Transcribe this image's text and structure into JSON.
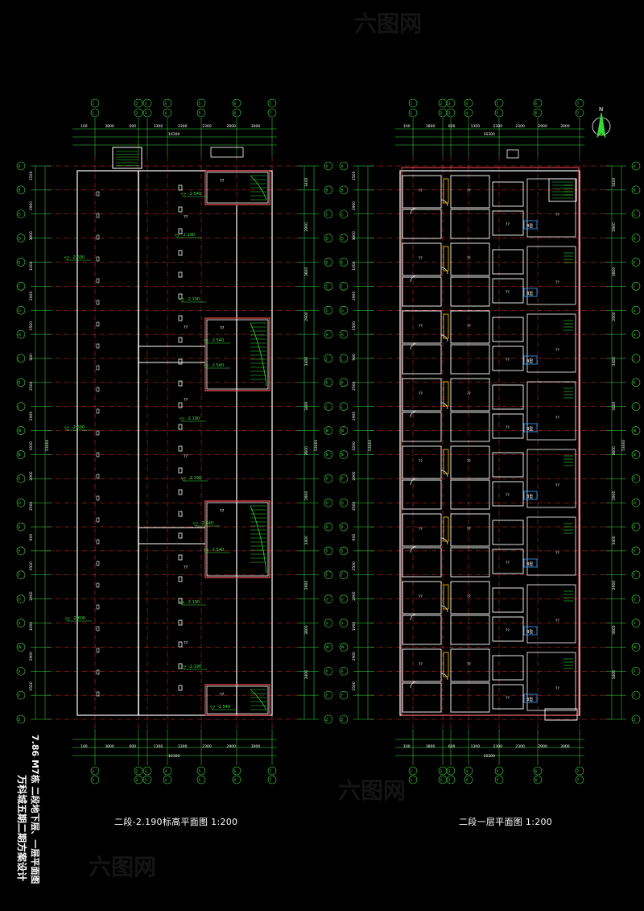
{
  "drawing": {
    "sheet_title_line1": "万科城五期二期方案设计",
    "sheet_title_line2": "7.86  M7栋   二段地下层、一层平面图",
    "left_plan_caption": "二段-2.190标高平面图 1:200",
    "right_plan_caption": "二段一层平面图 1:200",
    "north_label": "N",
    "watermark": "六图网",
    "overall_width_dim": "16300",
    "overall_length_dim": "53000",
    "top_dims": [
      "100",
      "3800",
      "600",
      "1300",
      "2300",
      "2300",
      "2900",
      "3000"
    ],
    "axis_labels_top": [
      "1-1",
      "1-2",
      "1-3",
      "1-4",
      "1-5",
      "1-6",
      "1-7"
    ],
    "row_axis_labels": [
      "1-A",
      "1-B",
      "1-C",
      "1-D",
      "1-E",
      "1-F",
      "1-G",
      "1-H",
      "1-J",
      "1-K",
      "1-L",
      "1-M",
      "1-N",
      "1-P",
      "1-Q",
      "1-R",
      "1-S",
      "1-T",
      "1-U",
      "1-V",
      "1-W",
      "1-X",
      "1-Y",
      "1-Z"
    ],
    "left_dims_col": [
      "2500",
      "2900",
      "3600",
      "1000",
      "2900",
      "2500",
      "900",
      "2500",
      "2900",
      "1000",
      "2900",
      "2500",
      "900",
      "2500",
      "2900",
      "1000",
      "2900",
      "2500"
    ],
    "right_dims_col": [
      "3400",
      "2900",
      "3600",
      "2900",
      "3400",
      "3400",
      "3600",
      "2900",
      "3400",
      "2900",
      "3600",
      "3400"
    ],
    "level_marks": [
      "-2.540",
      "-2.190",
      "-2.600",
      "-2.190",
      "-2.540",
      "-2.540",
      "-2.190",
      "-2.600",
      "-2.190",
      "-2.540",
      "-2.540",
      "-2.190",
      "-2.600",
      "-2.190",
      "-2.540"
    ],
    "unit_tag": "B型",
    "room_placeholder": "??"
  },
  "colors": {
    "background": "#000000",
    "grid_axis": "#ff3b3b",
    "dimension": "#3fe03f",
    "wall": "#ffffff",
    "stair": "#35d835",
    "text": "#ffffff",
    "unit_tag_fill": "#3aa0ff",
    "outline": "#ff4d4d",
    "yellow_note": "#ffd000"
  }
}
